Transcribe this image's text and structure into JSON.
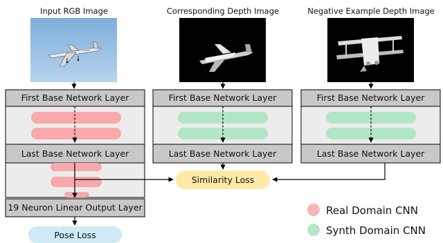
{
  "columns": {
    "rgb": {
      "caption": "Input RGB Image",
      "first_layer": "First Base Network Layer",
      "last_layer": "Last Base Network Layer"
    },
    "depth": {
      "caption": "Corresponding Depth Image",
      "first_layer": "First Base Network Layer",
      "last_layer": "Last Base Network Layer"
    },
    "negative": {
      "caption": "Negative Example Depth Image",
      "first_layer": "First Base Network Layer",
      "last_layer": "Last Base Network Layer"
    }
  },
  "output_layer": "19 Neuron Linear Output Layer",
  "similarity_loss": "Similarity Loss",
  "pose_loss": "Pose Loss",
  "legend": [
    {
      "label": "Real Domain CNN",
      "color": "#f9b4b4"
    },
    {
      "label": "Synth Domain CNN",
      "color": "#b4e6c8"
    }
  ],
  "colors": {
    "layer_box": "#c8c8c8",
    "hidden_bg": "#ececec",
    "real": "#f9a9ab",
    "synth": "#b2e6c6",
    "similarity": "#fdeaa6",
    "pose": "#cfe9f5",
    "sky": "#9cc2e4"
  }
}
